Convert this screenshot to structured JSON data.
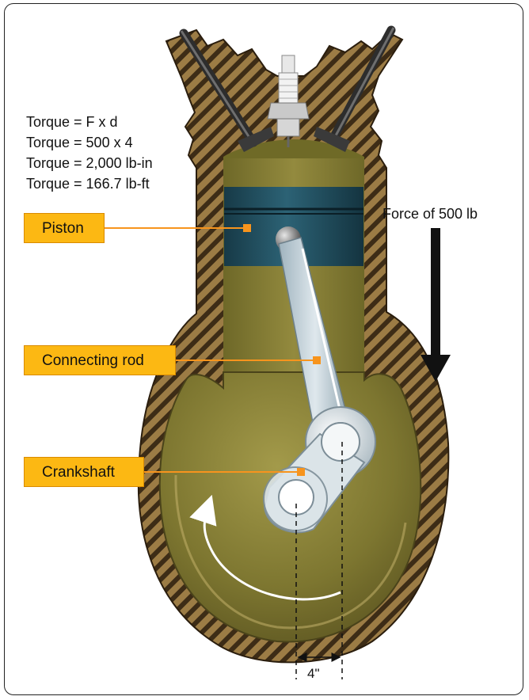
{
  "formula_lines": [
    "Torque = F x d",
    "Torque = 500 x 4",
    "Torque = 2,000 lb-in",
    "Torque = 166.7 lb-ft"
  ],
  "labels": {
    "piston": "Piston",
    "connecting_rod": "Connecting rod",
    "crankshaft": "Crankshaft"
  },
  "force_label": "Force of 500 lb",
  "distance_label": "4\"",
  "colors": {
    "label_fill": "#fcb813",
    "leader_line": "#f7941d",
    "cylinder_wall": "#8a6d3b",
    "wall_hatch": "#3b2a14",
    "chamber_fill": "#7e7a2c",
    "piston_band": "#1f4d5e",
    "rod": "#b8c9d2"
  }
}
